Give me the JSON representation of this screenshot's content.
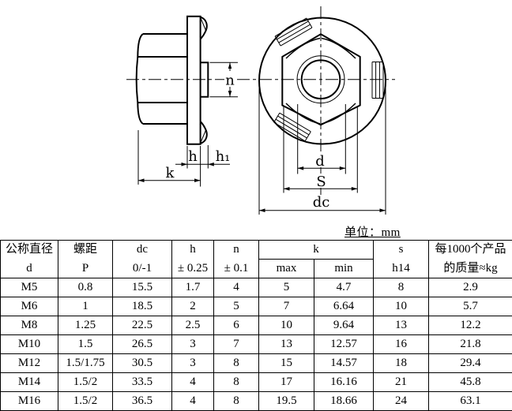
{
  "unit_note": "单位：mm",
  "drawing": {
    "side_view_labels": {
      "n": "n",
      "h": "h",
      "h1": "h₁",
      "k": "k"
    },
    "top_view_labels": {
      "d": "d",
      "s": "S",
      "dc": "dc"
    }
  },
  "colors": {
    "line": "#000000",
    "background": "#ffffff"
  },
  "table": {
    "columns": [
      {
        "line1": "公称直径",
        "line2": "d"
      },
      {
        "line1": "螺距",
        "line2": "P"
      },
      {
        "line1": "dc",
        "line2": "0/-1"
      },
      {
        "line1": "h",
        "line2": "± 0.25"
      },
      {
        "line1": "n",
        "line2": "± 0.1"
      },
      {
        "group": "k",
        "sub": [
          "max",
          "min"
        ]
      },
      {
        "line1": "s",
        "line2": "h14"
      },
      {
        "line1": "每1000个产品",
        "line2": "的质量≈kg"
      }
    ],
    "rows": [
      [
        "M5",
        "0.8",
        "15.5",
        "1.7",
        "4",
        "5",
        "4.7",
        "8",
        "2.9"
      ],
      [
        "M6",
        "1",
        "18.5",
        "2",
        "5",
        "7",
        "6.64",
        "10",
        "5.7"
      ],
      [
        "M8",
        "1.25",
        "22.5",
        "2.5",
        "6",
        "10",
        "9.64",
        "13",
        "12.2"
      ],
      [
        "M10",
        "1.5",
        "26.5",
        "3",
        "7",
        "13",
        "12.57",
        "16",
        "21.8"
      ],
      [
        "M12",
        "1.5/1.75",
        "30.5",
        "3",
        "8",
        "15",
        "14.57",
        "18",
        "29.4"
      ],
      [
        "M14",
        "1.5/2",
        "33.5",
        "4",
        "8",
        "17",
        "16.16",
        "21",
        "45.8"
      ],
      [
        "M16",
        "1.5/2",
        "36.5",
        "4",
        "8",
        "19.5",
        "18.66",
        "24",
        "63.1"
      ]
    ]
  }
}
